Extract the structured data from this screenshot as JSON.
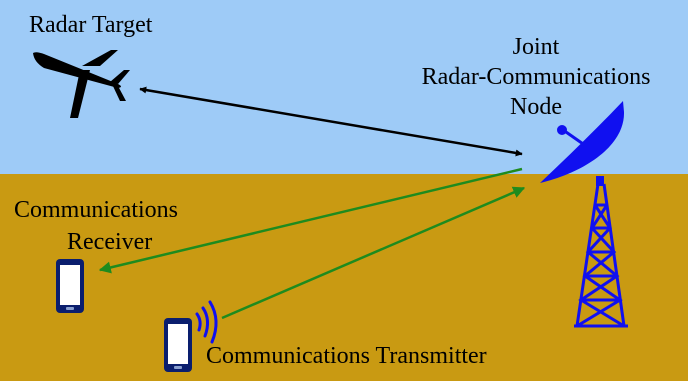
{
  "labels": {
    "radar_target": "Radar Target",
    "joint_node_line1": "Joint",
    "joint_node_line2": "Radar-Communications",
    "joint_node_line3": "Node",
    "comm_receiver_line1": "Communications",
    "comm_receiver_line2": "Receiver",
    "comm_transmitter": "Communications Transmitter"
  },
  "colors": {
    "sky": "#9ecbf7",
    "ground": "#c99a12",
    "black_arrow": "#000000",
    "green_arrow": "#1e8b1e",
    "dish_tower": "#1010f0",
    "phone_body": "#0a1e6e",
    "airplane": "#000000"
  },
  "icons": [
    "airplane-icon",
    "radar-dish-icon",
    "tower-icon",
    "receiver-phone-icon",
    "transmitter-phone-icon",
    "signal-waves-icon"
  ]
}
